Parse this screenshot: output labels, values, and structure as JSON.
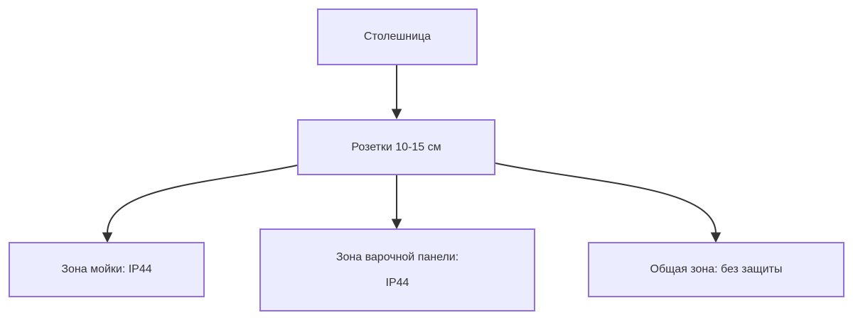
{
  "diagram": {
    "type": "flowchart",
    "direction": "top-down",
    "nodes": [
      {
        "id": "countertop",
        "label": "Столешница"
      },
      {
        "id": "sockets",
        "label": "Розетки 10-15 см"
      },
      {
        "id": "sink-zone",
        "label": "Зона мойки: IP44"
      },
      {
        "id": "cooktop-zone",
        "label": "Зона варочной панели:\nIP44"
      },
      {
        "id": "general-zone",
        "label": "Общая зона: без защиты"
      }
    ],
    "edges": [
      {
        "from": "countertop",
        "to": "sockets"
      },
      {
        "from": "sockets",
        "to": "sink-zone"
      },
      {
        "from": "sockets",
        "to": "cooktop-zone"
      },
      {
        "from": "sockets",
        "to": "general-zone"
      }
    ],
    "colors": {
      "node_fill": "#ECECFF",
      "node_border": "#9370DB",
      "edge": "#333333",
      "text": "#333333",
      "background": "#FFFFFF"
    }
  }
}
